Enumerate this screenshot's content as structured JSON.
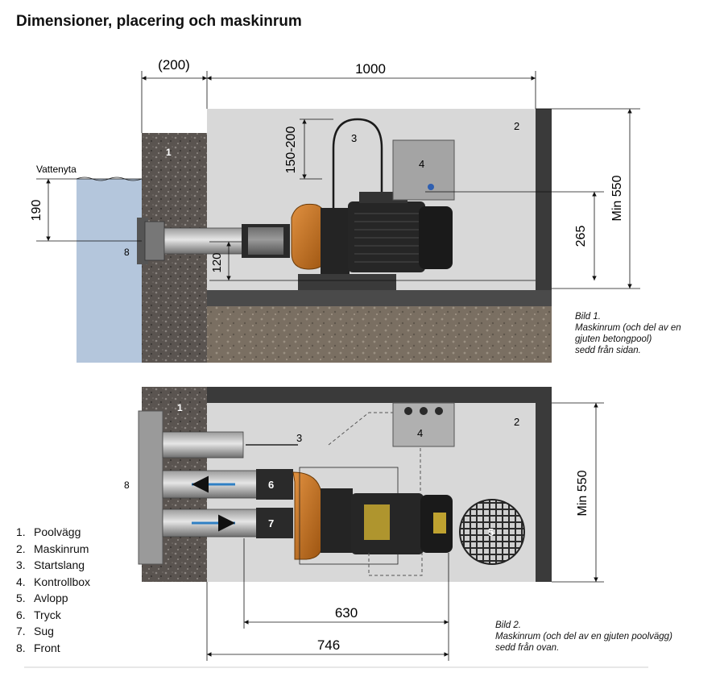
{
  "title": "Dimensioner, placering och maskinrum",
  "side_view": {
    "labels": {
      "n1": "1",
      "n2": "2",
      "n3": "3",
      "n4": "4",
      "n8": "8",
      "water": "Vattenyta"
    },
    "dims": {
      "wall": "(200)",
      "room_length": "1000",
      "hose_height": "150-200",
      "water_depth": "190",
      "pipe_height": "120",
      "motor_height": "265",
      "room_height": "Min 550"
    },
    "caption": "Bild 1.\nMaskinrum (och del av en\ngjuten betongpool)\nsedd från sidan."
  },
  "top_view": {
    "labels": {
      "n1": "1",
      "n2": "2",
      "n3": "3",
      "n4": "4",
      "n5": "5",
      "n6": "6",
      "n7": "7",
      "n8": "8"
    },
    "dims": {
      "pump_length": "630",
      "total_length": "746",
      "room_width": "Min 550"
    },
    "caption": "Bild 2.\nMaskinrum (och del av en gjuten poolvägg)\nsedd från ovan."
  },
  "legend": [
    {
      "num": "1.",
      "text": "Poolvägg"
    },
    {
      "num": "2.",
      "text": "Maskinrum"
    },
    {
      "num": "3.",
      "text": "Startslang"
    },
    {
      "num": "4.",
      "text": "Kontrollbox"
    },
    {
      "num": "5.",
      "text": "Avlopp"
    },
    {
      "num": "6.",
      "text": "Tryck"
    },
    {
      "num": "7.",
      "text": "Sug"
    },
    {
      "num": "8.",
      "text": "Front"
    }
  ],
  "colors": {
    "room": "#d8d8d8",
    "wall": "#3a3a3a",
    "water": "#b4c6dc",
    "pump": "#c8741e",
    "motor": "#1e1e1e",
    "arrow": "#2f7fc4"
  }
}
